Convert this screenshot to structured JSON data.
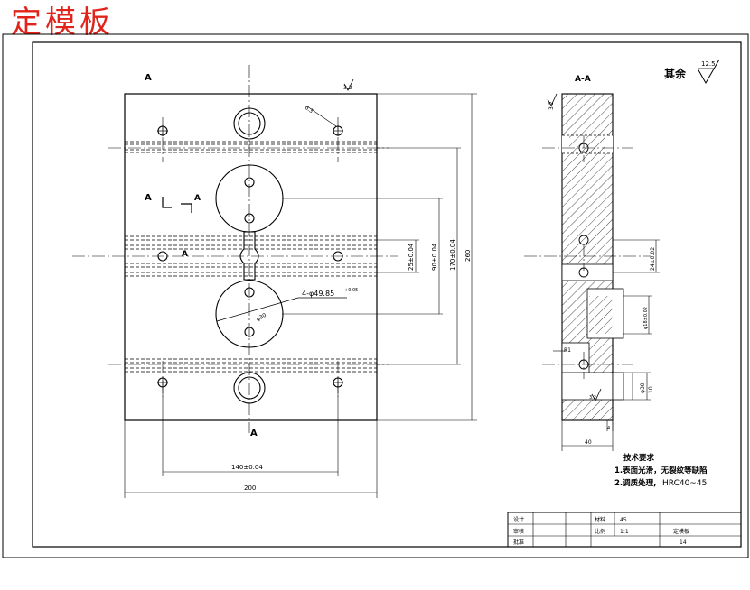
{
  "page_heading": "定模板",
  "front_view": {
    "section_mark_top": "A",
    "section_mark_bottom": "A",
    "section_mark_mid_left": "A",
    "section_mark_mid_right": "A",
    "section_mark_inner": "A",
    "roughness_topright": "3.2",
    "roughness_hole": "6.3",
    "dim_width": "200",
    "dim_hole_spacing": "140±0.04",
    "dim_height": "260",
    "dim_170": "170±0.04",
    "dim_90": "90±0.04",
    "dim_25": "25±0.04",
    "hole_callout": "4-φ49.85",
    "hole_callout_sup": "+0.05",
    "small_dim": "φ30"
  },
  "section_view": {
    "title": "A-A",
    "roughness_left": "3.2",
    "roughness_center": "3.2",
    "dim_thickness": "40",
    "dim_24": "24±0.02",
    "dim_bore": "φ18±0.02",
    "dim_f": "φ30",
    "dim_10": "10",
    "dim_4": "4",
    "dim_r": "R1"
  },
  "roughness_rest": {
    "label": "其余",
    "value": "12.5"
  },
  "tech_requirements": {
    "title": "技术要求",
    "item1": "1.表面光滑，无裂纹等缺陷",
    "item2_prefix": "2.调质处理,",
    "item2_value": "HRC40~45"
  },
  "title_block": {
    "row1_c1": "设计",
    "row1_c4": "材料",
    "row1_c5": "45",
    "row2_c1": "审核",
    "row2_c4": "比例",
    "row2_c5": "1:1",
    "row2_c6": "定模板",
    "row3_c1": "批准",
    "row3_c6": "14"
  }
}
